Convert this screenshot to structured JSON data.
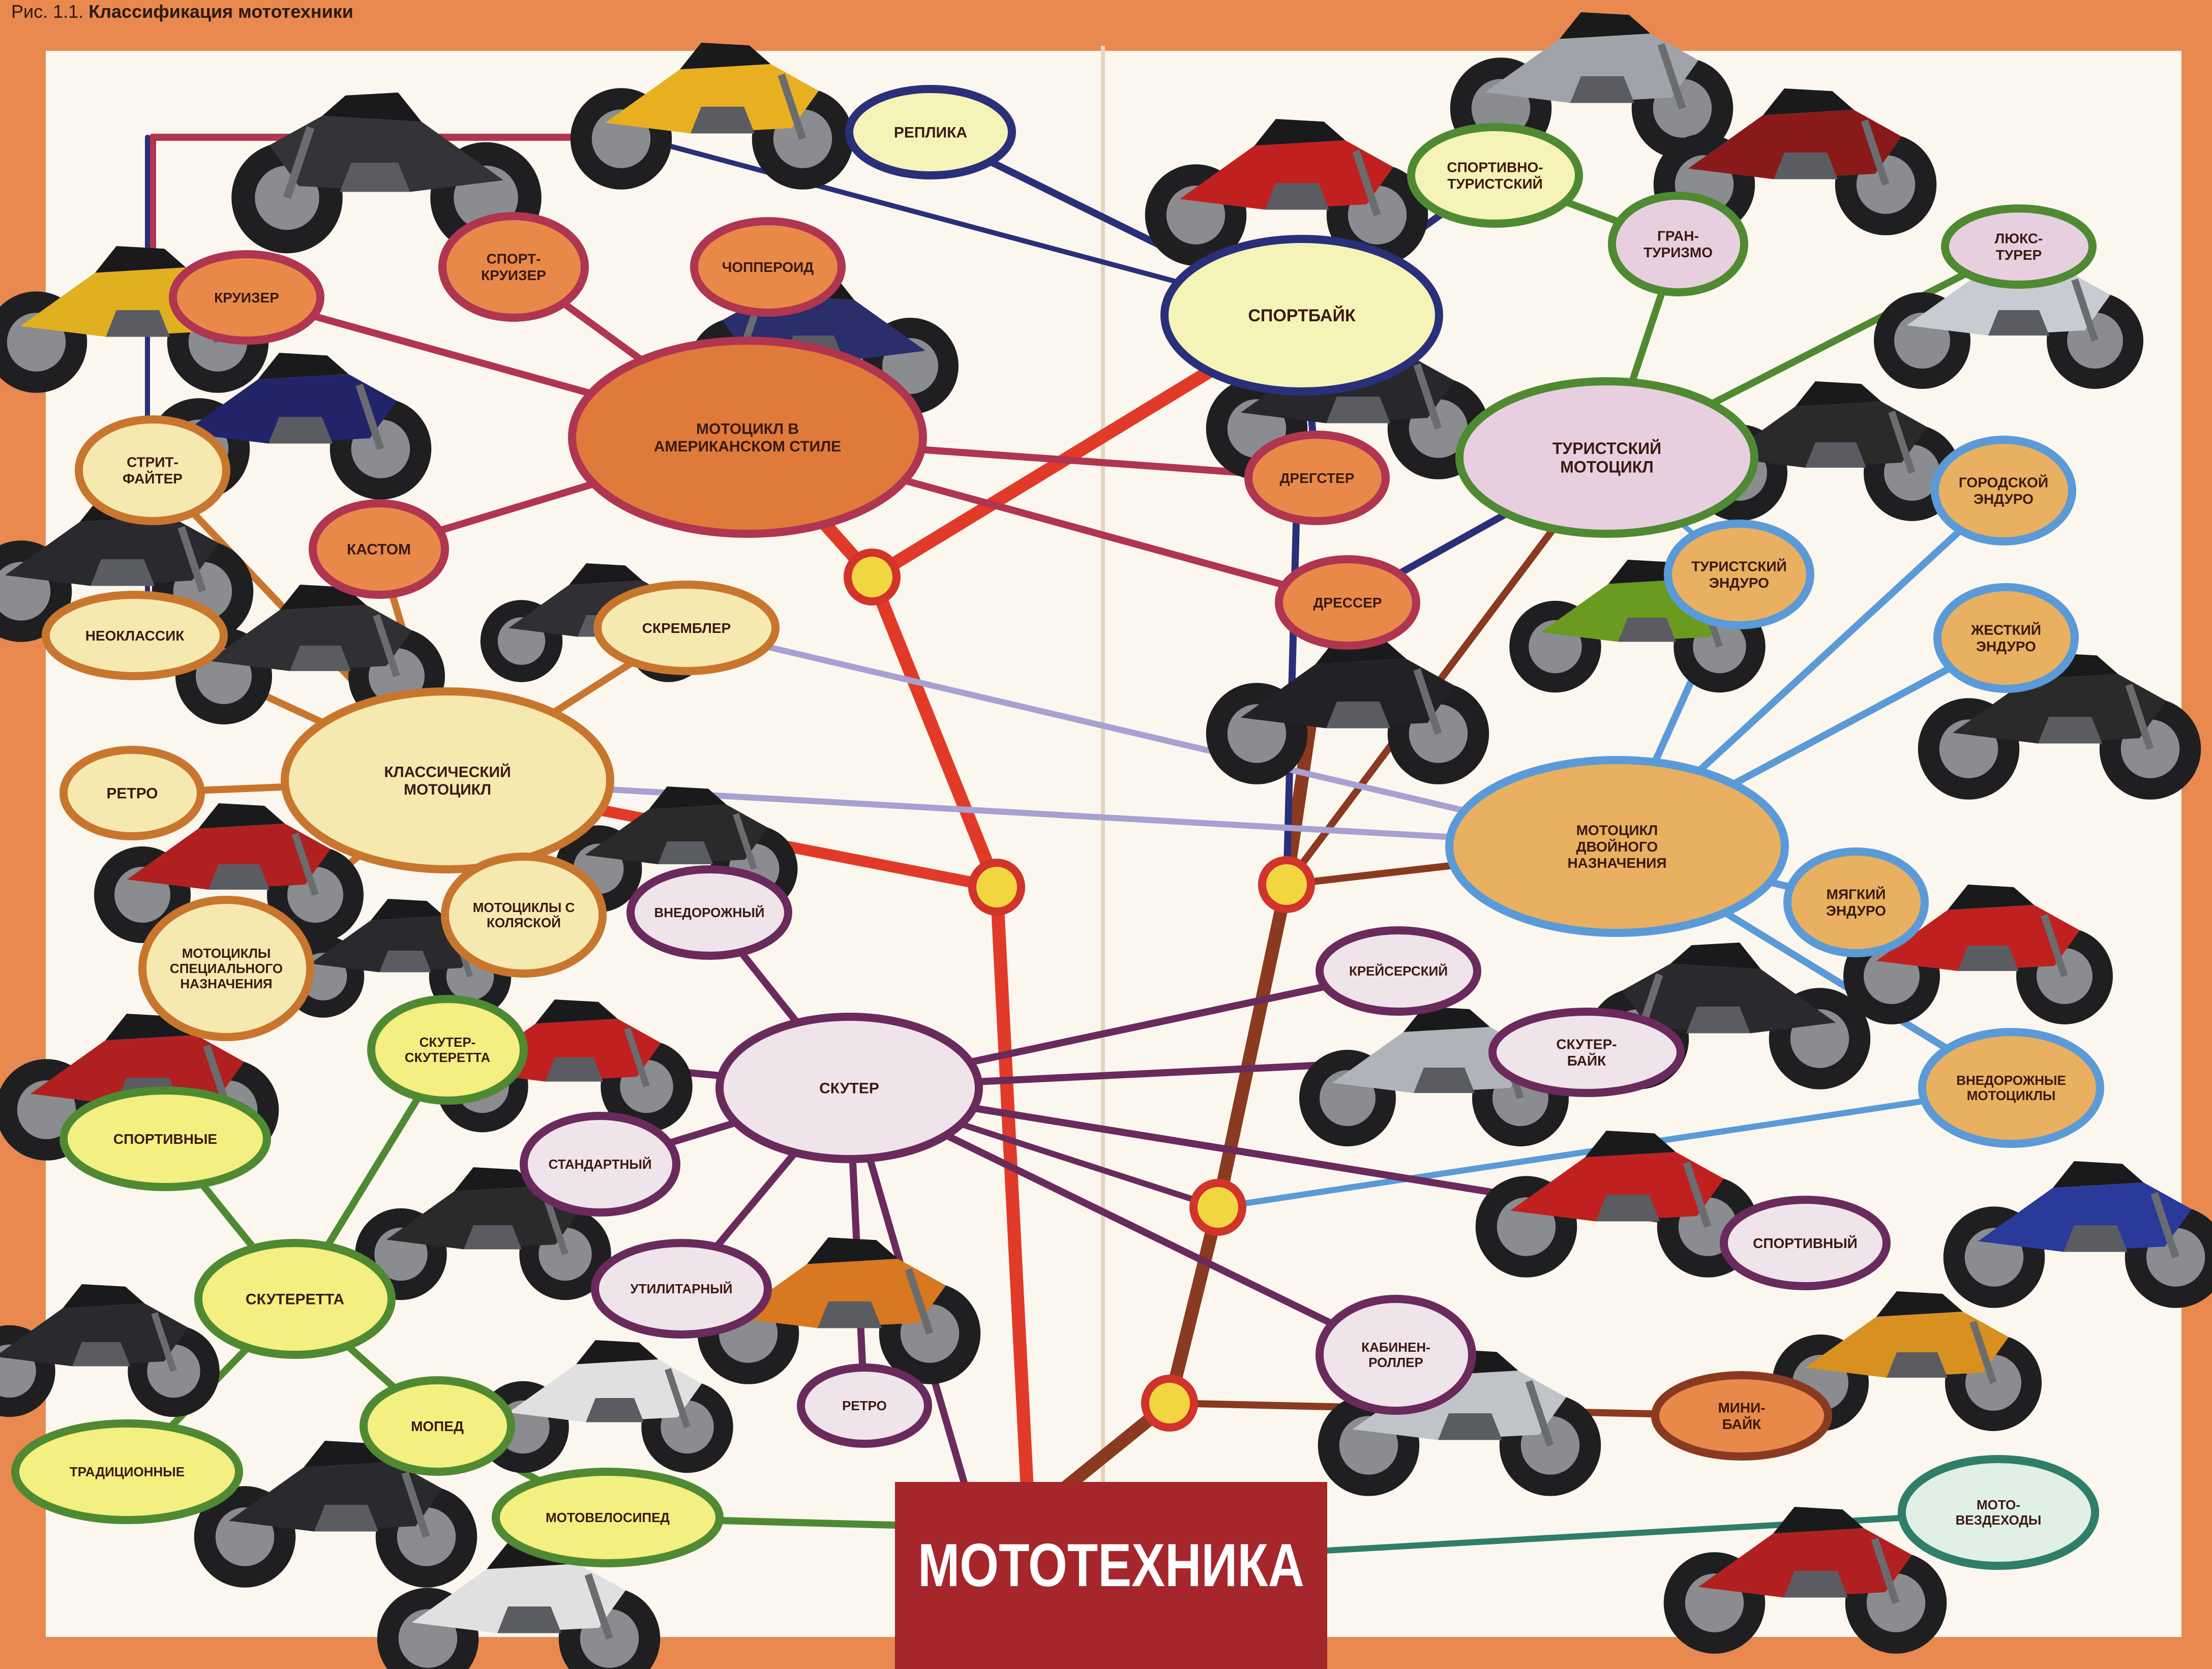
{
  "caption": {
    "prefix": "Рис. 1.1.",
    "title": "Классификация мототехники"
  },
  "banner": {
    "title": "МОТОТЕХНИКА"
  },
  "colors": {
    "page": "#fbf7ef",
    "border": "#e9894f",
    "banner": "#a5262b",
    "line_american": "#b03550",
    "line_red": "#e23a28",
    "line_blue": "#2a2f7a",
    "line_purple": "#6a2a5c",
    "line_green": "#4f8a32",
    "line_lightblue": "#5a9ad8",
    "line_lavender": "#a8a0d0",
    "line_orange": "#c8762e",
    "line_teal": "#2f7e6a",
    "line_brown": "#8a3a20",
    "hub": "#f2d640"
  },
  "nodes": {
    "replica": "РЕПЛИКА",
    "sporttouring": "СПОРТИВНО-ТУРИСТСКИЙ",
    "granturismo": "ГРАН-ТУРИЗМО",
    "luxtourer": "ЛЮКС-ТУРЕР",
    "sportbike": "СПОРТБАЙК",
    "cruiser": "КРУИЗЕР",
    "sportcruiser": "СПОРТ-КРУИЗЕР",
    "chopperoid": "ЧОППЕРОИД",
    "american": "МОТОЦИКЛ В АМЕРИКАНСКОМ СТИЛЕ",
    "dragster": "ДРЕГСТЕР",
    "touring": "ТУРИСТСКИЙ МОТОЦИКЛ",
    "cityenduro": "ГОРОДСКОЙ ЭНДУРО",
    "streetfighter": "СТРИТ-ФАЙТЕР",
    "custom": "КАСТОМ",
    "dresser": "ДРЕССЕР",
    "touringenduro": "ТУРИСТСКИЙ ЭНДУРО",
    "neoclassic": "НЕОКЛАССИК",
    "scrambler": "СКРЕМБЛЕР",
    "hardenduro": "ЖЕСТКИЙ ЭНДУРО",
    "classic": "КЛАССИЧЕСКИЙ МОТОЦИКЛ",
    "retro1": "РЕТРО",
    "dualpurpose": "МОТОЦИКЛ ДВОЙНОГО НАЗНАЧЕНИЯ",
    "offroadscooter": "ВНЕДОРОЖНЫЙ",
    "sidecar": "МОТОЦИКЛЫ С КОЛЯСКОЙ",
    "softenduro": "МЯГКИЙ ЭНДУРО",
    "special": "МОТОЦИКЛЫ СПЕЦИАЛЬНОГО НАЗНАЧЕНИЯ",
    "cruiserscooter": "КРЕЙСЕРСКИЙ",
    "scooterette2": "СКУТЕР-СКУТЕРЕТТА",
    "scooter": "СКУТЕР",
    "scooterbike": "СКУТЕР-БАЙК",
    "offroadbikes": "ВНЕДОРОЖНЫЕ МОТОЦИКЛЫ",
    "sportive1": "СПОРТИВНЫЕ",
    "standard": "СТАНДАРТНЫЙ",
    "utility": "УТИЛИТАРНЫЙ",
    "sportive2": "СПОРТИВНЫЙ",
    "scooterette": "СКУТЕРЕТТА",
    "cabinroller": "КАБИНЕН-РОЛЛЕР",
    "retro2": "РЕТРО",
    "minibike": "МИНИ-БАЙК",
    "moped": "МОПЕД",
    "traditional": "ТРАДИЦИОННЫЕ",
    "motovelo": "МОТОВЕЛОСИПЕД",
    "atv": "МОТО-ВЕЗДЕХОДЫ"
  },
  "photos": [
    {
      "name": "sportbike-replica-yellow",
      "color": "#e8b020"
    },
    {
      "name": "cruiser-vrod-black",
      "color": "#333338"
    },
    {
      "name": "sportbike-red",
      "color": "#c02020"
    },
    {
      "name": "sporttourer-silver",
      "color": "#a0a4aa"
    },
    {
      "name": "granturismo-red",
      "color": "#8a1a1a"
    },
    {
      "name": "luxtourer-white",
      "color": "#c8ccd2"
    },
    {
      "name": "monster-yellow",
      "color": "#e0b020"
    },
    {
      "name": "chopper-blue",
      "color": "#2a2e6a"
    },
    {
      "name": "dragster-black",
      "color": "#28282c"
    },
    {
      "name": "streetfighter-blue",
      "color": "#22246a"
    },
    {
      "name": "cityenduro-black",
      "color": "#2a2a2a"
    },
    {
      "name": "neoclassic-black",
      "color": "#2a2a2e"
    },
    {
      "name": "custom-black",
      "color": "#303034"
    },
    {
      "name": "touringenduro-green",
      "color": "#6a9a20"
    },
    {
      "name": "dresser-black",
      "color": "#222226"
    },
    {
      "name": "classic-silver",
      "color": "#303034"
    },
    {
      "name": "hardenduro-black",
      "color": "#2a2a2a"
    },
    {
      "name": "scooter-offroad-black",
      "color": "#2a2a2a"
    },
    {
      "name": "retro-red",
      "color": "#b02020"
    },
    {
      "name": "sidecar-black",
      "color": "#2a2a2e"
    },
    {
      "name": "softenduro-red",
      "color": "#c02020"
    },
    {
      "name": "naked-black",
      "color": "#2a2a2e"
    },
    {
      "name": "scooter-red",
      "color": "#c02020"
    },
    {
      "name": "underbone-red",
      "color": "#b02020"
    },
    {
      "name": "maxiscooter-silver",
      "color": "#b0b4ba"
    },
    {
      "name": "offroad-blue",
      "color": "#2a3a9a"
    },
    {
      "name": "scooter-standard-black",
      "color": "#2a2a2a"
    },
    {
      "name": "sportscooter-red",
      "color": "#c02020"
    },
    {
      "name": "cub-black",
      "color": "#2a2a2e"
    },
    {
      "name": "utility-scooter-white",
      "color": "#e0e0e0"
    },
    {
      "name": "retro-scooter-orange",
      "color": "#d87820"
    },
    {
      "name": "c1-silver",
      "color": "#c0c4c8"
    },
    {
      "name": "minibike-orange",
      "color": "#d89020"
    },
    {
      "name": "moped-black",
      "color": "#2a2a2e"
    },
    {
      "name": "ebike-white",
      "color": "#e0e0e0"
    },
    {
      "name": "atv-red",
      "color": "#b02020"
    }
  ]
}
